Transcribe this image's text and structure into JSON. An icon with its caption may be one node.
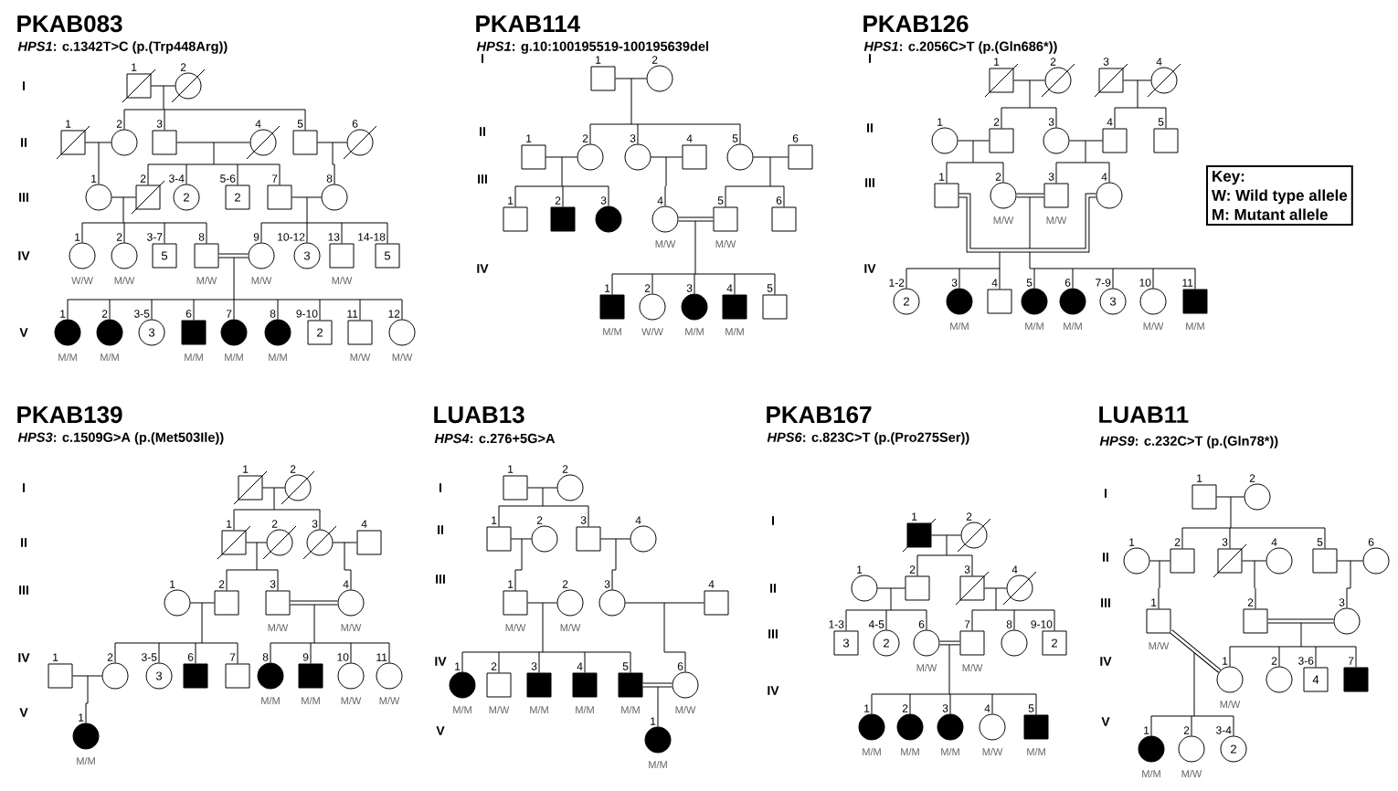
{
  "diagram": {
    "nodes": [
      {
        "text": [],
        "shape": "box",
        "beside": [
          "1"
        ]
      },
      {
        "text": [],
        "shape": "circle",
        "beside": [
          "2"
        ]
      },
      {
        "text": [],
        "shape": "box",
        "beside": [
          "1"
        ]
      },
      {
        "text": [],
        "shape": "circle",
        "beside": [
          "2"
        ]
      },
      {
        "text": [],
        "shape": "box",
        "beside": [
          "3"
        ]
      },
      {
        "text": [],
        "shape": "circle",
        "beside": [
          "4"
        ]
      },
      {
        "text": [],
        "shape": "box",
        "beside": [
          "5"
        ]
      },
      {
        "text": [],
        "shape": "circle",
        "beside": [
          "6"
        ]
      },
      {
        "text": [],
        "shape": "circle",
        "beside": [
          "1"
        ]
      },
      {
        "text": [],
        "shape": "box",
        "beside": [
          "2"
        ]
      },
      {
        "text": [
          "2"
        ],
        "beside": [
          "3-4"
        ]
      },
      {
        "text": [
          "2"
        ],
        "beside": [
          "5-6"
        ]
      },
      {
        "text": [],
        "shape": "box",
        "beside": [
          "7"
        ]
      },
      {
        "text": [],
        "shape": "circle",
        "beside": [
          "8"
        ]
      },
      {
        "text": [],
        "shape": "circle",
        "beside": [
          "1",
          "W/W"
        ]
      },
      {
        "text": [],
        "shape": "circle",
        "beside": [
          "2",
          "M/W"
        ]
      },
      {
        "text": [
          "5"
        ],
        "beside": [
          "3-7"
        ]
      },
      {
        "text": [],
        "shape": "box",
        "beside": [
          "8",
          "M/W"
        ]
      },
      {
        "text": [],
        "shape": "circle",
        "beside": [
          "9",
          "M/W"
        ]
      },
      {
        "text": [
          "3"
        ],
        "beside": [
          "10-12"
        ]
      },
      {
        "text": [],
        "shape": "box",
        "beside": [
          "13",
          "M/W"
        ]
      },
      {
        "text": [
          "5"
        ],
        "beside": [
          "14-18"
        ]
      },
      {
        "text": [],
        "shape": "circle",
        "beside": [
          "1",
          "M/M"
        ]
      },
      {
        "text": [],
        "shape": "circle",
        "beside": [
          "2",
          "M/M"
        ]
      },
      {
        "text": [
          "3"
        ],
        "beside": [
          "3-5"
        ]
      },
      {
        "text": [],
        "shape": "box",
        "beside": [
          "6",
          "M/M"
        ]
      },
      {
        "text": [],
        "shape": "circle",
        "beside": [
          "7",
          "M/M"
        ]
      },
      {
        "text": [],
        "shape": "circle",
        "beside": [
          "8",
          "M/M"
        ]
      },
      {
        "text": [
          "2"
        ],
        "beside": [
          "9-10"
        ]
      },
      {
        "text": [],
        "shape": "box",
        "beside": [
          "11",
          "M/W"
        ]
      },
      {
        "text": [],
        "shape": "circle",
        "beside": [
          "12",
          "M/W"
        ]
      },
      {
        "text": [],
        "shape": "box",
        "beside": [
          "1"
        ]
      },
      {
        "text": [],
        "shape": "circle",
        "beside": [
          "2"
        ]
      },
      {
        "text": [],
        "shape": "box",
        "beside": [
          "1"
        ]
      },
      {
        "text": [],
        "shape": "circle",
        "beside": [
          "2"
        ]
      },
      {
        "text": [],
        "shape": "circle",
        "beside": [
          "3"
        ]
      },
      {
        "text": [],
        "shape": "box",
        "beside": [
          "4"
        ]
      },
      {
        "text": [],
        "shape": "circle",
        "beside": [
          "5"
        ]
      },
      {
        "text": [],
        "shape": "box",
        "beside": [
          "6"
        ]
      },
      {
        "text": [],
        "shape": "box",
        "beside": [
          "1"
        ]
      },
      {
        "text": [],
        "shape": "box",
        "beside": [
          "2"
        ]
      },
      {
        "text": [],
        "shape": "circle",
        "beside": [
          "3"
        ]
      },
      {
        "text": [],
        "shape": "circle",
        "beside": [
          "4",
          "M/W"
        ]
      },
      {
        "text": [],
        "shape": "box",
        "beside": [
          "5",
          "M/W"
        ]
      },
      {
        "text": [],
        "shape": "box",
        "beside": [
          "6"
        ]
      },
      {
        "text": [],
        "shape": "box",
        "beside": [
          "1",
          "M/M"
        ]
      },
      {
        "text": [],
        "shape": "circle",
        "beside": [
          "2",
          "W/W"
        ]
      },
      {
        "text": [],
        "shape": "circle",
        "beside": [
          "3",
          "M/M"
        ]
      },
      {
        "text": [],
        "shape": "box",
        "beside": [
          "4",
          "M/M"
        ]
      },
      {
        "text": [],
        "shape": "box",
        "beside": [
          "5"
        ]
      },
      {
        "text": [],
        "shape": "box",
        "beside": [
          "1"
        ]
      },
      {
        "text": [],
        "shape": "circle",
        "beside": [
          "2"
        ]
      },
      {
        "text": [],
        "shape": "box",
        "beside": [
          "3"
        ]
      },
      {
        "text": [],
        "shape": "circle",
        "beside": [
          "4"
        ]
      },
      {
        "text": [],
        "shape": "circle",
        "beside": [
          "1"
        ]
      },
      {
        "text": [],
        "shape": "box",
        "beside": [
          "2"
        ]
      },
      {
        "text": [],
        "shape": "circle",
        "beside": [
          "3"
        ]
      },
      {
        "text": [],
        "shape": "box",
        "beside": [
          "4"
        ]
      },
      {
        "text": [],
        "shape": "box",
        "beside": [
          "5"
        ]
      },
      {
        "text": [],
        "shape": "box",
        "beside": [
          "1"
        ]
      },
      {
        "text": [],
        "shape": "circle",
        "beside": [
          "2",
          "M/W"
        ]
      },
      {
        "text": [],
        "shape": "box",
        "beside": [
          "3",
          "M/W"
        ]
      },
      {
        "text": [],
        "shape": "circle",
        "beside": [
          "4"
        ]
      },
      {
        "text": [
          "2"
        ],
        "beside": [
          "1-2"
        ]
      },
      {
        "text": [],
        "shape": "circle",
        "beside": [
          "3",
          "M/M"
        ]
      },
      {
        "text": [],
        "shape": "box",
        "beside": [
          "4"
        ]
      },
      {
        "text": [],
        "shape": "circle",
        "beside": [
          "5",
          "M/M"
        ]
      },
      {
        "text": [],
        "shape": "circle",
        "beside": [
          "6",
          "M/M"
        ]
      },
      {
        "text": [
          "3"
        ],
        "beside": [
          "7-9"
        ]
      },
      {
        "text": [],
        "shape": "circle",
        "beside": [
          "10",
          "M/W"
        ]
      },
      {
        "text": [],
        "shape": "box",
        "beside": [
          "11",
          "M/M"
        ]
      },
      {
        "text": [
          "Key:",
          "W: Wild type allele",
          "M: Mutant allele"
        ]
      },
      {
        "text": [],
        "shape": "box",
        "beside": [
          "1"
        ]
      },
      {
        "text": [],
        "shape": "circle",
        "beside": [
          "2"
        ]
      },
      {
        "text": [],
        "shape": "box",
        "beside": [
          "1"
        ]
      },
      {
        "text": [],
        "shape": "circle",
        "beside": [
          "2"
        ]
      },
      {
        "text": [],
        "shape": "circle",
        "beside": [
          "3"
        ]
      },
      {
        "text": [],
        "shape": "box",
        "beside": [
          "4"
        ]
      },
      {
        "text": [],
        "shape": "circle",
        "beside": [
          "1"
        ]
      },
      {
        "text": [],
        "shape": "box",
        "beside": [
          "2"
        ]
      },
      {
        "text": [],
        "shape": "box",
        "beside": [
          "3",
          "M/W"
        ]
      },
      {
        "text": [],
        "shape": "circle",
        "beside": [
          "4",
          "M/W"
        ]
      },
      {
        "text": [],
        "shape": "box",
        "beside": [
          "1"
        ]
      },
      {
        "text": [],
        "shape": "circle",
        "beside": [
          "2"
        ]
      },
      {
        "text": [
          "3"
        ],
        "beside": [
          "3-5"
        ]
      },
      {
        "text": [],
        "shape": "box",
        "beside": [
          "6"
        ]
      },
      {
        "text": [],
        "shape": "box",
        "beside": [
          "7"
        ]
      },
      {
        "text": [],
        "shape": "circle",
        "beside": [
          "8",
          "M/M"
        ]
      },
      {
        "text": [],
        "shape": "box",
        "beside": [
          "9",
          "M/M"
        ]
      },
      {
        "text": [],
        "shape": "circle",
        "beside": [
          "10",
          "M/W"
        ]
      },
      {
        "text": [],
        "shape": "circle",
        "beside": [
          "11",
          "M/W"
        ]
      },
      {
        "text": [],
        "shape": "circle",
        "beside": [
          "1",
          "M/M"
        ]
      },
      {
        "text": [],
        "shape": "box",
        "beside": [
          "1"
        ]
      },
      {
        "text": [],
        "shape": "circle",
        "beside": [
          "2"
        ]
      },
      {
        "text": [],
        "shape": "box",
        "beside": [
          "1"
        ]
      },
      {
        "text": [],
        "shape": "circle",
        "beside": [
          "2"
        ]
      },
      {
        "text": [],
        "shape": "box",
        "beside": [
          "3"
        ]
      },
      {
        "text": [],
        "shape": "circle",
        "beside": [
          "4"
        ]
      },
      {
        "text": [],
        "shape": "box",
        "beside": [
          "1",
          "M/W"
        ]
      },
      {
        "text": [],
        "shape": "circle",
        "beside": [
          "2",
          "M/W"
        ]
      },
      {
        "text": [],
        "shape": "circle",
        "beside": [
          "3"
        ]
      },
      {
        "text": [],
        "shape": "box",
        "beside": [
          "4"
        ]
      },
      {
        "text": [],
        "shape": "circle",
        "beside": [
          "1",
          "M/M"
        ]
      },
      {
        "text": [],
        "shape": "box",
        "beside": [
          "2",
          "M/W"
        ]
      },
      {
        "text": [],
        "shape": "box",
        "beside": [
          "3",
          "M/M"
        ]
      },
      {
        "text": [],
        "shape": "box",
        "beside": [
          "4",
          "M/M"
        ]
      },
      {
        "text": [],
        "shape": "box",
        "beside": [
          "5",
          "M/M"
        ]
      },
      {
        "text": [],
        "shape": "circle",
        "beside": [
          "6",
          "M/W"
        ]
      },
      {
        "text": [],
        "shape": "circle",
        "beside": [
          "1",
          "M/M"
        ]
      },
      {
        "text": [],
        "shape": "box",
        "beside": [
          "1"
        ]
      },
      {
        "text": [],
        "shape": "circle",
        "beside": [
          "2"
        ]
      },
      {
        "text": [],
        "shape": "circle",
        "beside": [
          "1"
        ]
      },
      {
        "text": [],
        "shape": "box",
        "beside": [
          "2"
        ]
      },
      {
        "text": [],
        "shape": "box",
        "beside": [
          "3"
        ]
      },
      {
        "text": [],
        "shape": "circle",
        "beside": [
          "4"
        ]
      },
      {
        "text": [
          "3"
        ],
        "beside": [
          "1-3"
        ]
      },
      {
        "text": [
          "2"
        ],
        "beside": [
          "4-5"
        ]
      },
      {
        "text": [],
        "shape": "circle",
        "beside": [
          "6",
          "M/W"
        ]
      },
      {
        "text": [],
        "shape": "box",
        "beside": [
          "7",
          "M/W"
        ]
      },
      {
        "text": [],
        "shape": "circle",
        "beside": [
          "8"
        ]
      },
      {
        "text": [
          "2"
        ],
        "beside": [
          "9-10"
        ]
      },
      {
        "text": [],
        "shape": "circle",
        "beside": [
          "1",
          "M/M"
        ]
      },
      {
        "text": [],
        "shape": "circle",
        "beside": [
          "2",
          "M/M"
        ]
      },
      {
        "text": [],
        "shape": "circle",
        "beside": [
          "3",
          "M/M"
        ]
      },
      {
        "text": [],
        "shape": "circle",
        "beside": [
          "4",
          "M/W"
        ]
      },
      {
        "text": [],
        "shape": "box",
        "beside": [
          "5",
          "M/M"
        ]
      },
      {
        "text": [],
        "shape": "box",
        "beside": [
          "1"
        ]
      },
      {
        "text": [],
        "shape": "circle",
        "beside": [
          "2"
        ]
      },
      {
        "text": [],
        "shape": "circle",
        "beside": [
          "1"
        ]
      },
      {
        "text": [],
        "shape": "box",
        "beside": [
          "2"
        ]
      },
      {
        "text": [],
        "shape": "box",
        "beside": [
          "3"
        ]
      },
      {
        "text": [],
        "shape": "circle",
        "beside": [
          "4"
        ]
      },
      {
        "text": [],
        "shape": "box",
        "beside": [
          "5"
        ]
      },
      {
        "text": [],
        "shape": "circle",
        "beside": [
          "6"
        ]
      },
      {
        "text": [],
        "shape": "box",
        "beside": [
          "1",
          "M/W"
        ]
      },
      {
        "text": [],
        "shape": "box",
        "beside": [
          "2"
        ]
      },
      {
        "text": [],
        "shape": "circle",
        "beside": [
          "3"
        ]
      },
      {
        "text": [],
        "shape": "circle",
        "beside": [
          "1",
          "M/W"
        ]
      },
      {
        "text": [],
        "shape": "circle",
        "beside": [
          "2"
        ]
      },
      {
        "text": [
          "4"
        ],
        "beside": [
          "3-6"
        ]
      },
      {
        "text": [],
        "shape": "box",
        "beside": [
          "7"
        ]
      },
      {
        "text": [],
        "shape": "circle",
        "beside": [
          "1",
          "M/M"
        ]
      },
      {
        "text": [],
        "shape": "circle",
        "beside": [
          "2",
          "M/W"
        ]
      },
      {
        "text": [
          "2"
        ],
        "beside": [
          "3-4"
        ]
      }
    ],
    "edges": [
      {
        "from": 0,
        "to": 1,
        "arrow": "none"
      },
      {
        "from": 0,
        "to": 3,
        "arrow": "none"
      },
      {
        "from": 1,
        "to": 3,
        "arrow": "none"
      },
      {
        "from": 0,
        "to": 4,
        "arrow": "none"
      },
      {
        "from": 1,
        "to": 4,
        "arrow": "none"
      },
      {
        "from": 0,
        "to": 6,
        "arrow": "none"
      },
      {
        "from": 1,
        "to": 6,
        "arrow": "none"
      },
      {
        "from": 2,
        "to": 3,
        "arrow": "none"
      },
      {
        "from": 2,
        "to": 8,
        "arrow": "none"
      },
      {
        "from": 3,
        "to": 8,
        "arrow": "none"
      },
      {
        "from": 4,
        "to": 5,
        "arrow": "none"
      },
      {
        "from": 4,
        "to": 9,
        "arrow": "none"
      },
      {
        "from": 5,
        "to": 9,
        "arrow": "none"
      },
      {
        "from": 4,
        "to": 10,
        "arrow": "none"
      },
      {
        "from": 5,
        "to": 10,
        "arrow": "none"
      },
      {
        "from": 4,
        "to": 11,
        "arrow": "none"
      },
      {
        "from": 5,
        "to": 11,
        "arrow": "none"
      },
      {
        "from": 4,
        "to": 12,
        "arrow": "none"
      },
      {
        "from": 5,
        "to": 12,
        "arrow": "none"
      },
      {
        "from": 6,
        "to": 7,
        "arrow": "none"
      },
      {
        "from": 6,
        "to": 13,
        "arrow": "none"
      },
      {
        "from": 7,
        "to": 13,
        "arrow": "none"
      },
      {
        "from": 8,
        "to": 9,
        "arrow": "none"
      },
      {
        "from": 8,
        "to": 14,
        "arrow": "none"
      },
      {
        "from": 9,
        "to": 14,
        "arrow": "none"
      },
      {
        "from": 8,
        "to": 15,
        "arrow": "none"
      },
      {
        "from": 9,
        "to": 15,
        "arrow": "none"
      },
      {
        "from": 8,
        "to": 16,
        "arrow": "none"
      },
      {
        "from": 9,
        "to": 16,
        "arrow": "none"
      },
      {
        "from": 8,
        "to": 17,
        "arrow": "none"
      },
      {
        "from": 9,
        "to": 17,
        "arrow": "none"
      },
      {
        "from": 12,
        "to": 13,
        "arrow": "none"
      },
      {
        "from": 12,
        "to": 18,
        "arrow": "none"
      },
      {
        "from": 13,
        "to": 18,
        "arrow": "none"
      },
      {
        "from": 12,
        "to": 19,
        "arrow": "none"
      },
      {
        "from": 13,
        "to": 19,
        "arrow": "none"
      },
      {
        "from": 12,
        "to": 20,
        "arrow": "none"
      },
      {
        "from": 13,
        "to": 20,
        "arrow": "none"
      },
      {
        "from": 12,
        "to": 21,
        "arrow": "none"
      },
      {
        "from": 13,
        "to": 21,
        "arrow": "none"
      },
      {
        "from": 17,
        "to": 18,
        "arrow": "none",
        "style": "thick"
      },
      {
        "from": 17,
        "to": 22,
        "arrow": "none"
      },
      {
        "from": 18,
        "to": 22,
        "arrow": "none"
      },
      {
        "from": 17,
        "to": 23,
        "arrow": "none"
      },
      {
        "from": 18,
        "to": 23,
        "arrow": "none"
      },
      {
        "from": 17,
        "to": 24,
        "arrow": "none"
      },
      {
        "from": 18,
        "to": 24,
        "arrow": "none"
      },
      {
        "from": 17,
        "to": 25,
        "arrow": "none"
      },
      {
        "from": 18,
        "to": 25,
        "arrow": "none"
      },
      {
        "from": 17,
        "to": 26,
        "arrow": "none"
      },
      {
        "from": 18,
        "to": 26,
        "arrow": "none"
      },
      {
        "from": 17,
        "to": 27,
        "arrow": "none"
      },
      {
        "from": 18,
        "to": 27,
        "arrow": "none"
      },
      {
        "from": 17,
        "to": 28,
        "arrow": "none"
      },
      {
        "from": 18,
        "to": 28,
        "arrow": "none"
      },
      {
        "from": 17,
        "to": 29,
        "arrow": "none"
      },
      {
        "from": 18,
        "to": 29,
        "arrow": "none"
      },
      {
        "from": 17,
        "to": 30,
        "arrow": "none"
      },
      {
        "from": 18,
        "to": 30,
        "arrow": "none"
      },
      {
        "from": 31,
        "to": 32,
        "arrow": "none"
      },
      {
        "from": 31,
        "to": 34,
        "arrow": "none"
      },
      {
        "from": 32,
        "to": 34,
        "arrow": "none"
      },
      {
        "from": 31,
        "to": 35,
        "arrow": "none"
      },
      {
        "from": 32,
        "to": 35,
        "arrow": "none"
      },
      {
        "from": 31,
        "to": 37,
        "arrow": "none"
      },
      {
        "from": 32,
        "to": 37,
        "arrow": "none"
      },
      {
        "from": 33,
        "to": 34,
        "arrow": "none"
      },
      {
        "from": 33,
        "to": 39,
        "arrow": "none"
      },
      {
        "from": 34,
        "to": 39,
        "arrow": "none"
      },
      {
        "from": 33,
        "to": 40,
        "arrow": "none"
      },
      {
        "from": 34,
        "to": 40,
        "arrow": "none"
      },
      {
        "from": 33,
        "to": 41,
        "arrow": "none"
      },
      {
        "from": 34,
        "to": 41,
        "arrow": "none"
      },
      {
        "from": 35,
        "to": 36,
        "arrow": "none"
      },
      {
        "from": 35,
        "to": 42,
        "arrow": "none"
      },
      {
        "from": 36,
        "to": 42,
        "arrow": "none"
      },
      {
        "from": 37,
        "to": 38,
        "arrow": "none"
      },
      {
        "from": 37,
        "to": 43,
        "arrow": "none"
      },
      {
        "from": 38,
        "to": 43,
        "arrow": "none"
      },
      {
        "from": 37,
        "to": 44,
        "arrow": "none"
      },
      {
        "from": 38,
        "to": 44,
        "arrow": "none"
      },
      {
        "from": 42,
        "to": 43,
        "arrow": "none",
        "style": "thick"
      },
      {
        "from": 42,
        "to": 45,
        "arrow": "none"
      },
      {
        "from": 43,
        "to": 45,
        "arrow": "none"
      },
      {
        "from": 42,
        "to": 46,
        "arrow": "none"
      },
      {
        "from": 43,
        "to": 46,
        "arrow": "none"
      },
      {
        "from": 42,
        "to": 47,
        "arrow": "none"
      },
      {
        "from": 43,
        "to": 47,
        "arrow": "none"
      },
      {
        "from": 42,
        "to": 48,
        "arrow": "none"
      },
      {
        "from": 43,
        "to": 48,
        "arrow": "none"
      },
      {
        "from": 42,
        "to": 49,
        "arrow": "none"
      },
      {
        "from": 43,
        "to": 49,
        "arrow": "none"
      },
      {
        "from": 50,
        "to": 51,
        "arrow": "none"
      },
      {
        "from": 50,
        "to": 55,
        "arrow": "none"
      },
      {
        "from": 51,
        "to": 55,
        "arrow": "none"
      },
      {
        "from": 50,
        "to": 56,
        "arrow": "none"
      },
      {
        "from": 51,
        "to": 56,
        "arrow": "none"
      },
      {
        "from": 52,
        "to": 53,
        "arrow": "none"
      },
      {
        "from": 52,
        "to": 57,
        "arrow": "none"
      },
      {
        "from": 53,
        "to": 57,
        "arrow": "none"
      },
      {
        "from": 52,
        "to": 58,
        "arrow": "none"
      },
      {
        "from": 53,
        "to": 58,
        "arrow": "none"
      },
      {
        "from": 54,
        "to": 55,
        "arrow": "none"
      },
      {
        "from": 54,
        "to": 59,
        "arrow": "none"
      },
      {
        "from": 55,
        "to": 59,
        "arrow": "none"
      },
      {
        "from": 54,
        "to": 60,
        "arrow": "none"
      },
      {
        "from": 55,
        "to": 60,
        "arrow": "none"
      },
      {
        "from": 56,
        "to": 57,
        "arrow": "none"
      },
      {
        "from": 56,
        "to": 61,
        "arrow": "none"
      },
      {
        "from": 57,
        "to": 61,
        "arrow": "none"
      },
      {
        "from": 56,
        "to": 62,
        "arrow": "none"
      },
      {
        "from": 57,
        "to": 62,
        "arrow": "none"
      },
      {
        "from": 60,
        "to": 61,
        "arrow": "none",
        "style": "thick"
      },
      {
        "from": 60,
        "to": 66,
        "arrow": "none"
      },
      {
        "from": 61,
        "to": 66,
        "arrow": "none"
      },
      {
        "from": 60,
        "to": 67,
        "arrow": "none"
      },
      {
        "from": 61,
        "to": 67,
        "arrow": "none"
      },
      {
        "from": 60,
        "to": 68,
        "arrow": "none"
      },
      {
        "from": 61,
        "to": 68,
        "arrow": "none"
      },
      {
        "from": 60,
        "to": 69,
        "arrow": "none"
      },
      {
        "from": 61,
        "to": 69,
        "arrow": "none"
      },
      {
        "from": 60,
        "to": 70,
        "arrow": "none"
      },
      {
        "from": 61,
        "to": 70,
        "arrow": "none"
      },
      {
        "from": 59,
        "to": 62,
        "arrow": "none",
        "style": "thick"
      },
      {
        "from": 59,
        "to": 63,
        "arrow": "none"
      },
      {
        "from": 62,
        "to": 63,
        "arrow": "none"
      },
      {
        "from": 59,
        "to": 64,
        "arrow": "none"
      },
      {
        "from": 62,
        "to": 64,
        "arrow": "none"
      },
      {
        "from": 59,
        "to": 65,
        "arrow": "none"
      },
      {
        "from": 62,
        "to": 65,
        "arrow": "none"
      },
      {
        "from": 72,
        "to": 73,
        "arrow": "none"
      },
      {
        "from": 72,
        "to": 74,
        "arrow": "none"
      },
      {
        "from": 73,
        "to": 74,
        "arrow": "none"
      },
      {
        "from": 72,
        "to": 76,
        "arrow": "none"
      },
      {
        "from": 73,
        "to": 76,
        "arrow": "none"
      },
      {
        "from": 74,
        "to": 75,
        "arrow": "none"
      },
      {
        "from": 74,
        "to": 79,
        "arrow": "none"
      },
      {
        "from": 75,
        "to": 79,
        "arrow": "none"
      },
      {
        "from": 74,
        "to": 80,
        "arrow": "none"
      },
      {
        "from": 75,
        "to": 80,
        "arrow": "none"
      },
      {
        "from": 76,
        "to": 77,
        "arrow": "none"
      },
      {
        "from": 76,
        "to": 81,
        "arrow": "none"
      },
      {
        "from": 77,
        "to": 81,
        "arrow": "none"
      },
      {
        "from": 78,
        "to": 79,
        "arrow": "none"
      },
      {
        "from": 78,
        "to": 83,
        "arrow": "none"
      },
      {
        "from": 79,
        "to": 83,
        "arrow": "none"
      },
      {
        "from": 78,
        "to": 84,
        "arrow": "none"
      },
      {
        "from": 79,
        "to": 84,
        "arrow": "none"
      },
      {
        "from": 78,
        "to": 85,
        "arrow": "none"
      },
      {
        "from": 79,
        "to": 85,
        "arrow": "none"
      },
      {
        "from": 78,
        "to": 86,
        "arrow": "none"
      },
      {
        "from": 79,
        "to": 86,
        "arrow": "none"
      },
      {
        "from": 80,
        "to": 81,
        "arrow": "none",
        "style": "thick"
      },
      {
        "from": 80,
        "to": 87,
        "arrow": "none"
      },
      {
        "from": 81,
        "to": 87,
        "arrow": "none"
      },
      {
        "from": 80,
        "to": 88,
        "arrow": "none"
      },
      {
        "from": 81,
        "to": 88,
        "arrow": "none"
      },
      {
        "from": 80,
        "to": 89,
        "arrow": "none"
      },
      {
        "from": 81,
        "to": 89,
        "arrow": "none"
      },
      {
        "from": 80,
        "to": 90,
        "arrow": "none"
      },
      {
        "from": 81,
        "to": 90,
        "arrow": "none"
      },
      {
        "from": 82,
        "to": 83,
        "arrow": "none"
      },
      {
        "from": 82,
        "to": 91,
        "arrow": "none"
      },
      {
        "from": 83,
        "to": 91,
        "arrow": "none"
      },
      {
        "from": 92,
        "to": 93,
        "arrow": "none"
      },
      {
        "from": 92,
        "to": 94,
        "arrow": "none"
      },
      {
        "from": 93,
        "to": 94,
        "arrow": "none"
      },
      {
        "from": 92,
        "to": 96,
        "arrow": "none"
      },
      {
        "from": 93,
        "to": 96,
        "arrow": "none"
      },
      {
        "from": 94,
        "to": 95,
        "arrow": "none"
      },
      {
        "from": 94,
        "to": 98,
        "arrow": "none"
      },
      {
        "from": 95,
        "to": 98,
        "arrow": "none"
      },
      {
        "from": 96,
        "to": 97,
        "arrow": "none"
      },
      {
        "from": 96,
        "to": 100,
        "arrow": "none"
      },
      {
        "from": 97,
        "to": 100,
        "arrow": "none"
      },
      {
        "from": 98,
        "to": 99,
        "arrow": "none"
      },
      {
        "from": 98,
        "to": 102,
        "arrow": "none"
      },
      {
        "from": 99,
        "to": 102,
        "arrow": "none"
      },
      {
        "from": 98,
        "to": 103,
        "arrow": "none"
      },
      {
        "from": 99,
        "to": 103,
        "arrow": "none"
      },
      {
        "from": 98,
        "to": 104,
        "arrow": "none"
      },
      {
        "from": 99,
        "to": 104,
        "arrow": "none"
      },
      {
        "from": 98,
        "to": 105,
        "arrow": "none"
      },
      {
        "from": 99,
        "to": 105,
        "arrow": "none"
      },
      {
        "from": 98,
        "to": 106,
        "arrow": "none"
      },
      {
        "from": 99,
        "to": 106,
        "arrow": "none"
      },
      {
        "from": 100,
        "to": 101,
        "arrow": "none"
      },
      {
        "from": 100,
        "to": 107,
        "arrow": "none"
      },
      {
        "from": 101,
        "to": 107,
        "arrow": "none"
      },
      {
        "from": 106,
        "to": 107,
        "arrow": "none",
        "style": "thick"
      },
      {
        "from": 106,
        "to": 108,
        "arrow": "none"
      },
      {
        "from": 107,
        "to": 108,
        "arrow": "none"
      },
      {
        "from": 109,
        "to": 110,
        "arrow": "none"
      },
      {
        "from": 109,
        "to": 112,
        "arrow": "none"
      },
      {
        "from": 110,
        "to": 112,
        "arrow": "none"
      },
      {
        "from": 109,
        "to": 113,
        "arrow": "none"
      },
      {
        "from": 110,
        "to": 113,
        "arrow": "none"
      },
      {
        "from": 111,
        "to": 112,
        "arrow": "none"
      },
      {
        "from": 111,
        "to": 115,
        "arrow": "none"
      },
      {
        "from": 112,
        "to": 115,
        "arrow": "none"
      },
      {
        "from": 111,
        "to": 116,
        "arrow": "none"
      },
      {
        "from": 112,
        "to": 116,
        "arrow": "none"
      },
      {
        "from": 111,
        "to": 117,
        "arrow": "none"
      },
      {
        "from": 112,
        "to": 117,
        "arrow": "none"
      },
      {
        "from": 113,
        "to": 114,
        "arrow": "none"
      },
      {
        "from": 113,
        "to": 118,
        "arrow": "none"
      },
      {
        "from": 114,
        "to": 118,
        "arrow": "none"
      },
      {
        "from": 113,
        "to": 119,
        "arrow": "none"
      },
      {
        "from": 114,
        "to": 119,
        "arrow": "none"
      },
      {
        "from": 113,
        "to": 120,
        "arrow": "none"
      },
      {
        "from": 114,
        "to": 120,
        "arrow": "none"
      },
      {
        "from": 117,
        "to": 118,
        "arrow": "none",
        "style": "thick"
      },
      {
        "from": 117,
        "to": 121,
        "arrow": "none"
      },
      {
        "from": 118,
        "to": 121,
        "arrow": "none"
      },
      {
        "from": 117,
        "to": 122,
        "arrow": "none"
      },
      {
        "from": 118,
        "to": 122,
        "arrow": "none"
      },
      {
        "from": 117,
        "to": 123,
        "arrow": "none"
      },
      {
        "from": 118,
        "to": 123,
        "arrow": "none"
      },
      {
        "from": 117,
        "to": 124,
        "arrow": "none"
      },
      {
        "from": 118,
        "to": 124,
        "arrow": "none"
      },
      {
        "from": 117,
        "to": 125,
        "arrow": "none"
      },
      {
        "from": 118,
        "to": 125,
        "arrow": "none"
      },
      {
        "from": 126,
        "to": 127,
        "arrow": "none"
      },
      {
        "from": 126,
        "to": 129,
        "arrow": "none"
      },
      {
        "from": 127,
        "to": 129,
        "arrow": "none"
      },
      {
        "from": 126,
        "to": 130,
        "arrow": "none"
      },
      {
        "from": 127,
        "to": 130,
        "arrow": "none"
      },
      {
        "from": 126,
        "to": 132,
        "arrow": "none"
      },
      {
        "from": 127,
        "to": 132,
        "arrow": "none"
      },
      {
        "from": 128,
        "to": 129,
        "arrow": "none"
      },
      {
        "from": 128,
        "to": 134,
        "arrow": "none"
      },
      {
        "from": 129,
        "to": 134,
        "arrow": "none"
      },
      {
        "from": 130,
        "to": 131,
        "arrow": "none"
      },
      {
        "from": 130,
        "to": 135,
        "arrow": "none"
      },
      {
        "from": 131,
        "to": 135,
        "arrow": "none"
      },
      {
        "from": 132,
        "to": 133,
        "arrow": "none"
      },
      {
        "from": 132,
        "to": 136,
        "arrow": "none"
      },
      {
        "from": 133,
        "to": 136,
        "arrow": "none"
      },
      {
        "from": 135,
        "to": 136,
        "arrow": "none",
        "style": "thick"
      },
      {
        "from": 135,
        "to": 137,
        "arrow": "none"
      },
      {
        "from": 136,
        "to": 137,
        "arrow": "none"
      },
      {
        "from": 135,
        "to": 138,
        "arrow": "none"
      },
      {
        "from": 136,
        "to": 138,
        "arrow": "none"
      },
      {
        "from": 135,
        "to": 139,
        "arrow": "none"
      },
      {
        "from": 136,
        "to": 139,
        "arrow": "none"
      },
      {
        "from": 135,
        "to": 140,
        "arrow": "none"
      },
      {
        "from": 136,
        "to": 140,
        "arrow": "none"
      },
      {
        "from": 134,
        "to": 137,
        "arrow": "none",
        "style": "thick"
      },
      {
        "from": 134,
        "to": 141,
        "arrow": "none"
      },
      {
        "from": 137,
        "to": 141,
        "arrow": "none"
      },
      {
        "from": 134,
        "to": 142,
        "arrow": "none"
      },
      {
        "from": 137,
        "to": 142,
        "arrow": "none"
      },
      {
        "from": 134,
        "to": 143,
        "arrow": "none"
      },
      {
        "from": 137,
        "to": 143,
        "arrow": "none"
      }
    ],
    "labels": [
      "PKAB083",
      "*HPS1*: c.1342T>C (p.(Trp448Arg))",
      "I",
      "II",
      "III",
      "IV",
      "V",
      "PKAB114",
      "*HPS1*: g.10:100195519-100195639del",
      "I",
      "II",
      "III",
      "IV",
      "PKAB126",
      "*HPS1*: c.2056C>T (p.(Gln686*))",
      "I",
      "II",
      "III",
      "IV",
      "PKAB139",
      "*HPS3*: c.1509G>A (p.(Met503Ile))",
      "I",
      "II",
      "III",
      "IV",
      "V",
      "LUAB13",
      "*HPS4*: c.276+5G>A",
      "I",
      "II",
      "III",
      "IV",
      "V",
      "PKAB167",
      "*HPS6*: c.823C>T (p.(Pro275Ser))",
      "I",
      "II",
      "III",
      "IV",
      "LUAB11",
      "*HPS9*: c.232C>T (p.(Gln78*))",
      "I",
      "II",
      "III",
      "IV",
      "V"
    ]
  }
}
